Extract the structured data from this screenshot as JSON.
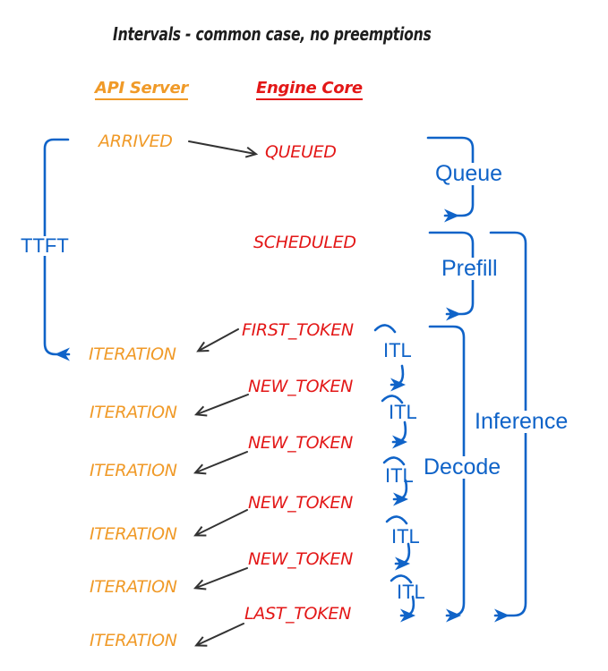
{
  "title": "Intervals - common case, no preemptions",
  "columns": {
    "api_server": "API Server",
    "engine_core": "Engine Core"
  },
  "events": {
    "arrived": "ARRIVED",
    "queued": "QUEUED",
    "scheduled": "SCHEDULED",
    "first_token": "FIRST_TOKEN",
    "new_token": "NEW_TOKEN",
    "last_token": "LAST_TOKEN",
    "iteration": "ITERATION"
  },
  "intervals": {
    "ttft": "TTFT",
    "queue": "Queue",
    "prefill": "Prefill",
    "decode": "Decode",
    "inference": "Inference",
    "itl": "ITL"
  },
  "colors": {
    "api_server_orange": "#f09a28",
    "engine_core_red": "#e31717",
    "interval_blue": "#0f63c8",
    "arrow_black": "#333333",
    "title_black": "#1e1e1e",
    "background": "#ffffff"
  }
}
